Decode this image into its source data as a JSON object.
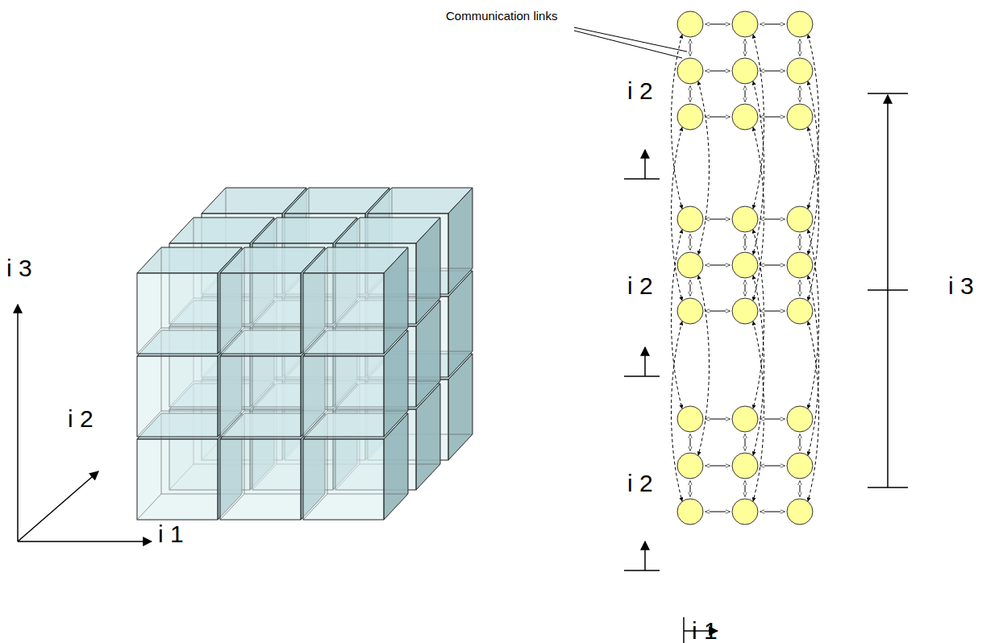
{
  "diagram": {
    "labels": [
      "Communication links",
      "i 3",
      "i 2",
      "i 1",
      "i 2",
      "i 2",
      "i 2",
      "i 3",
      "i 1"
    ]
  }
}
